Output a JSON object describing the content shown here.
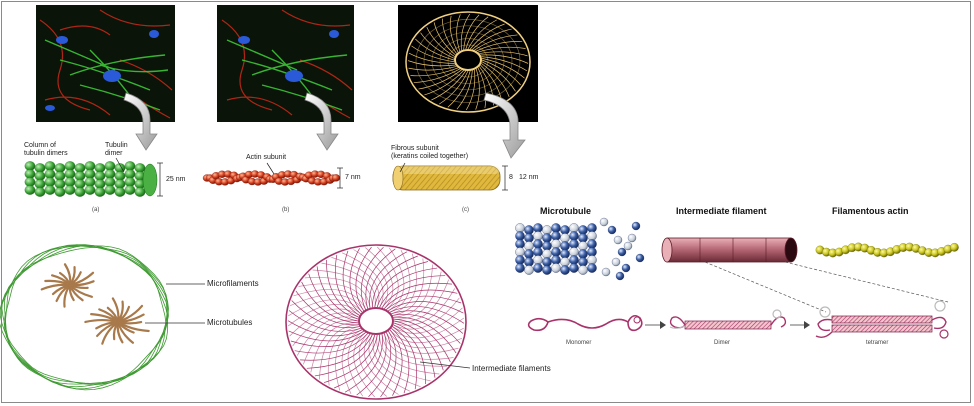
{
  "panel_a": {
    "label_column": "Column of",
    "label_column_2": "tubulin dimers",
    "label_tubulin": "Tubulin",
    "label_tubulin_2": "dimer",
    "size": "25 nm",
    "letter": "(a)"
  },
  "panel_b": {
    "label_actin": "Actin subunit",
    "size": "7 nm",
    "letter": "(b)"
  },
  "panel_c": {
    "label_fibrous": "Fibrous subunit",
    "label_fibrous_2": "(keratins coiled together)",
    "size_inner": "8",
    "size": "12 nm",
    "letter": "(c)"
  },
  "cell_diagram": {
    "label_microfilaments": "Microfilaments",
    "label_microtubules": "Microtubules"
  },
  "if_diagram": {
    "label_intermediate": "Intermediate filaments"
  },
  "right_panel": {
    "header_microtubule": "Microtubule",
    "header_intermediate": "Intermediate filament",
    "header_actin": "Filamentous actin",
    "label_monomer": "Monomer",
    "label_dimer": "Dimer",
    "label_tetramer": "tetramer"
  },
  "colors": {
    "microtubule_green": "#3fa83a",
    "actin_red": "#d23a1c",
    "keratin_gold": "#e0b83c",
    "cell_brown": "#a8794a",
    "if_magenta": "#a8336a",
    "mt_blue": "#3a5fa8",
    "actin_yellow": "#c8c41e"
  }
}
